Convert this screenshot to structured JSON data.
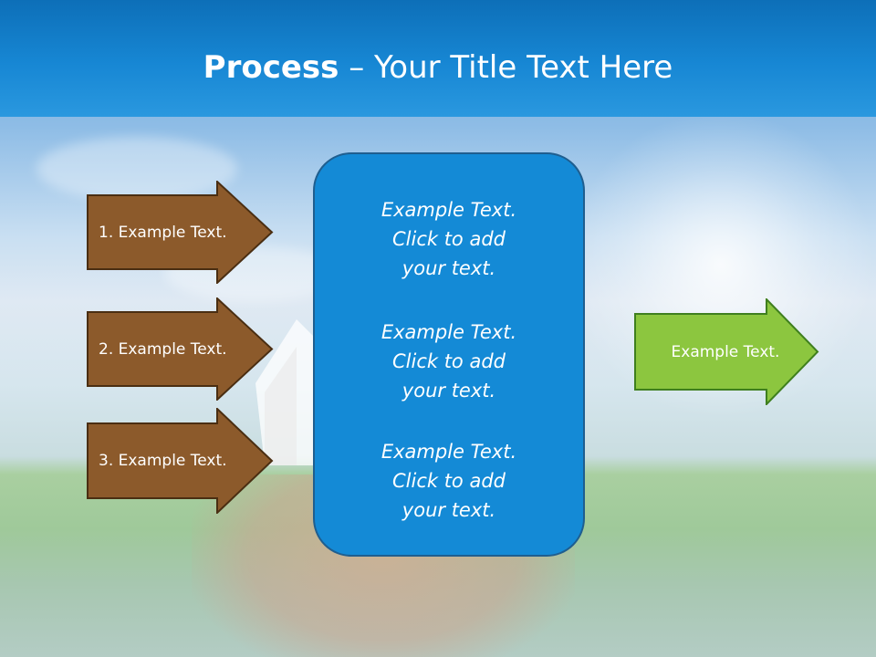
{
  "title": {
    "bold": "Process",
    "dash": " – ",
    "rest": "Your Title Text Here"
  },
  "left_arrows": [
    {
      "label": "1. Example Text."
    },
    {
      "label": "2. Example Text."
    },
    {
      "label": "3. Example Text."
    }
  ],
  "center_blocks": [
    {
      "line1": "Example Text.",
      "line2": "Click  to add",
      "line3": "your text."
    },
    {
      "line1": "Example Text.",
      "line2": "Click  to add",
      "line3": "your text."
    },
    {
      "line1": "Example Text.",
      "line2": "Click  to add",
      "line3": "your text."
    }
  ],
  "right_arrow": {
    "label": "Example Text."
  },
  "colors": {
    "header": "#1787d4",
    "left_arrow_fill": "#8c5a2b",
    "left_arrow_border": "#4a2e12",
    "center_box_fill": "#148ad6",
    "center_box_border": "#1f5e8f",
    "right_arrow_fill": "#8cc63f",
    "right_arrow_border": "#3f7f1e"
  }
}
